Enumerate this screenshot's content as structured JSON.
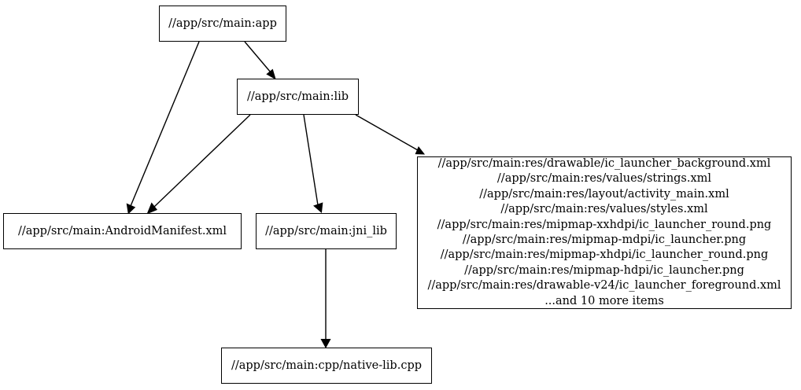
{
  "graph": {
    "type": "directed-dependency-graph",
    "background_color": "#ffffff",
    "edge_color": "#000000",
    "node_border_color": "#000000",
    "node_fill_color": "#ffffff",
    "text_color": "#000000"
  },
  "nodes": {
    "app": {
      "label": "//app/src/main:app"
    },
    "lib": {
      "label": "//app/src/main:lib"
    },
    "manifest": {
      "label": "//app/src/main:AndroidManifest.xml"
    },
    "jni_lib": {
      "label": "//app/src/main:jni_lib"
    },
    "native_lib": {
      "label": "//app/src/main:cpp/native-lib.cpp"
    },
    "resources": {
      "lines": [
        "//app/src/main:res/drawable/ic_launcher_background.xml",
        "//app/src/main:res/values/strings.xml",
        "//app/src/main:res/layout/activity_main.xml",
        "//app/src/main:res/values/styles.xml",
        "//app/src/main:res/mipmap-xxhdpi/ic_launcher_round.png",
        "//app/src/main:res/mipmap-mdpi/ic_launcher.png",
        "//app/src/main:res/mipmap-xhdpi/ic_launcher_round.png",
        "//app/src/main:res/mipmap-hdpi/ic_launcher.png",
        "//app/src/main:res/drawable-v24/ic_launcher_foreground.xml",
        "...and 10 more items"
      ]
    }
  },
  "edges": [
    {
      "from": "app",
      "to": "lib"
    },
    {
      "from": "app",
      "to": "manifest"
    },
    {
      "from": "lib",
      "to": "manifest"
    },
    {
      "from": "lib",
      "to": "jni_lib"
    },
    {
      "from": "lib",
      "to": "resources"
    },
    {
      "from": "jni_lib",
      "to": "native_lib"
    }
  ]
}
